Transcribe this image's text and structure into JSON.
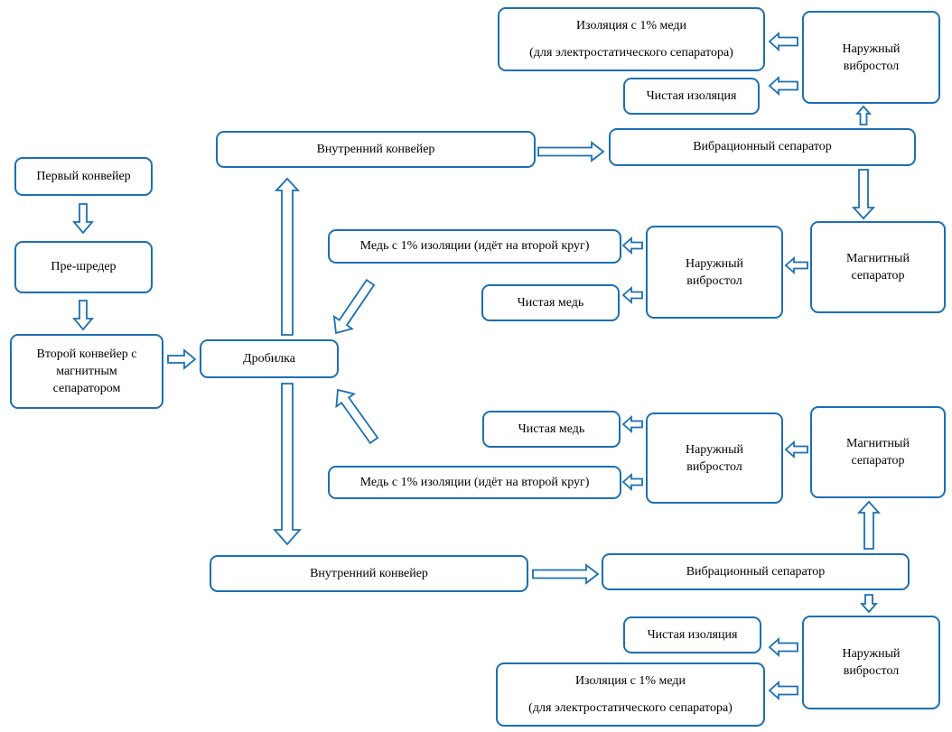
{
  "diagram": {
    "nodes": {
      "first_conveyor": "Первый конвейер",
      "pre_shredder": "Пре-шредер",
      "second_conveyor": "Второй конвейер с\nмагнитным\nсепаратором",
      "crusher": "Дробилка",
      "inner_conveyor_top": "Внутренний конвейер",
      "vibro_separator_top": "Вибрационный сепаратор",
      "outer_vibrotable_top": "Наружный\nвибростол",
      "insulation_copper_top_line1": "Изоляция с 1% меди",
      "insulation_copper_top_line2": "(для электростатического сепаратора)",
      "clean_insulation_top": "Чистая изоляция",
      "magnetic_separator_top": "Магнитный\nсепаратор",
      "outer_vibrotable_mid_top": "Наружный\nвибростол",
      "copper_insulation_top": "Медь с 1% изоляции (идёт на второй круг)",
      "clean_copper_top": "Чистая медь",
      "clean_copper_bottom": "Чистая медь",
      "outer_vibrotable_mid_bottom": "Наружный\nвибростол",
      "magnetic_separator_bottom": "Магнитный\nсепаратор",
      "copper_insulation_bottom": "Медь с 1% изоляции (идёт на второй круг)",
      "inner_conveyor_bottom": "Внутренний конвейер",
      "vibro_separator_bottom": "Вибрационный сепаратор",
      "clean_insulation_bottom": "Чистая изоляция",
      "outer_vibrotable_bottom": "Наружный\nвибростол",
      "insulation_copper_bottom_line1": "Изоляция с 1% меди",
      "insulation_copper_bottom_line2": "(для электростатического сепаратора)"
    },
    "colors": {
      "stroke": "#1b6fb3",
      "fill": "#ffffff"
    }
  }
}
